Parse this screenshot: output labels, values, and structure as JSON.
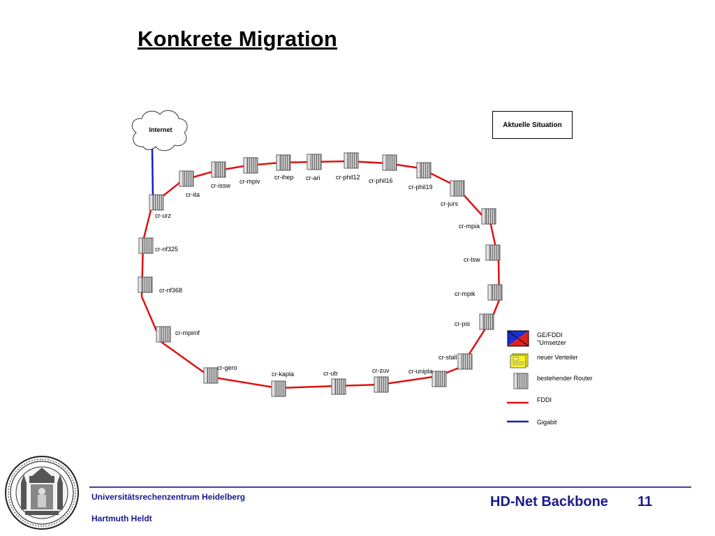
{
  "title": "Konkrete Migration",
  "cloud": {
    "label": "Internet"
  },
  "situation_box": "Aktuelle Situation",
  "routers": [
    {
      "label": "cr-urz"
    },
    {
      "label": "cr-ita"
    },
    {
      "label": "cr-issw"
    },
    {
      "label": "cr-mpiv"
    },
    {
      "label": "cr-ihep"
    },
    {
      "label": "cr-ari"
    },
    {
      "label": "cr-phil12"
    },
    {
      "label": "cr-phil16"
    },
    {
      "label": "cr-phil19"
    },
    {
      "label": "cr-jurs"
    },
    {
      "label": "cr-mpia"
    },
    {
      "label": "cr-lsw"
    },
    {
      "label": "cr-mpik"
    },
    {
      "label": "cr-psi"
    },
    {
      "label": "cr-stall"
    },
    {
      "label": "cr-unipla"
    },
    {
      "label": "cr-zuv"
    },
    {
      "label": "cr-ub"
    },
    {
      "label": "cr-kapla"
    },
    {
      "label": "cr-gero"
    },
    {
      "label": "cr-mpimf"
    },
    {
      "label": "cr-nf368"
    },
    {
      "label": "cr-nf325"
    }
  ],
  "legend": [
    {
      "type": "ge-fddi",
      "label": "GE/FDDI \"Umsetzer"
    },
    {
      "type": "distributor",
      "label": "neuer Verteiler"
    },
    {
      "type": "router",
      "label": "bestehender Router"
    },
    {
      "type": "line",
      "color": "#e01010",
      "label": "FDDI"
    },
    {
      "type": "line",
      "color": "#1020c0",
      "label": "Gigabit"
    }
  ],
  "colors": {
    "fddi": "#e01010",
    "gigabit": "#1020c0",
    "footer": "#1a1a8c"
  },
  "footer": {
    "organization": "Universitätsrechenzentrum Heidelberg",
    "author": "Hartmuth Heldt",
    "presentation": "HD-Net Backbone",
    "page": "11"
  }
}
